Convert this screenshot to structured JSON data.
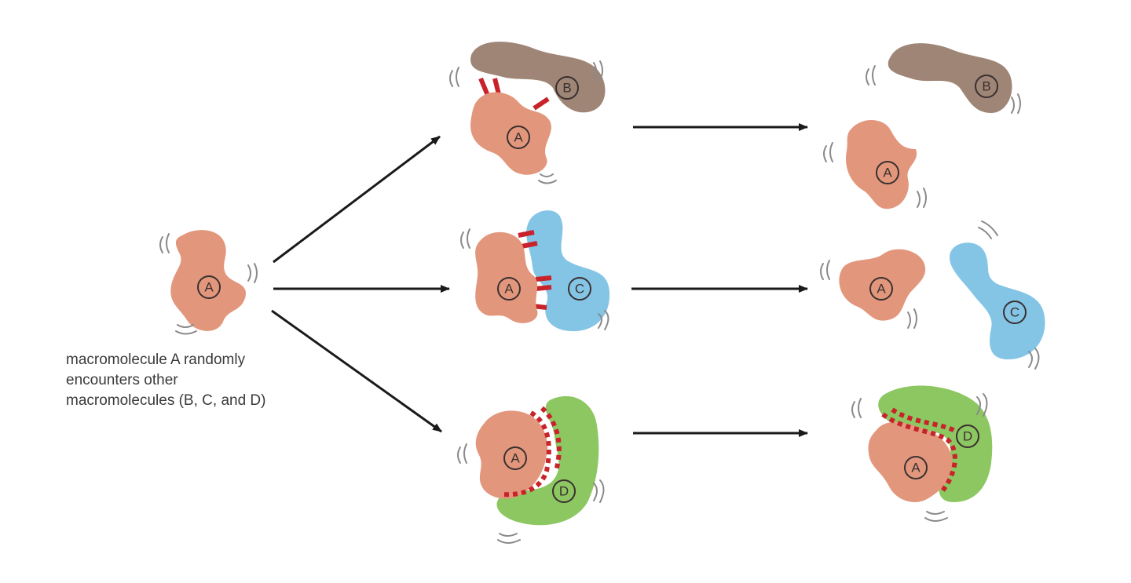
{
  "caption": {
    "line1": "macromolecule A randomly",
    "line2": "encounters other",
    "line3": "macromolecules (B, C, and D)"
  },
  "labels": {
    "a": "A",
    "b": "B",
    "c": "C",
    "d": "D"
  },
  "colors": {
    "molecule_a": "#e2977d",
    "molecule_b": "#9e8575",
    "molecule_c": "#84c5e6",
    "molecule_d": "#8dc762",
    "bond": "#c8232a",
    "arrow": "#1a1a1a"
  }
}
